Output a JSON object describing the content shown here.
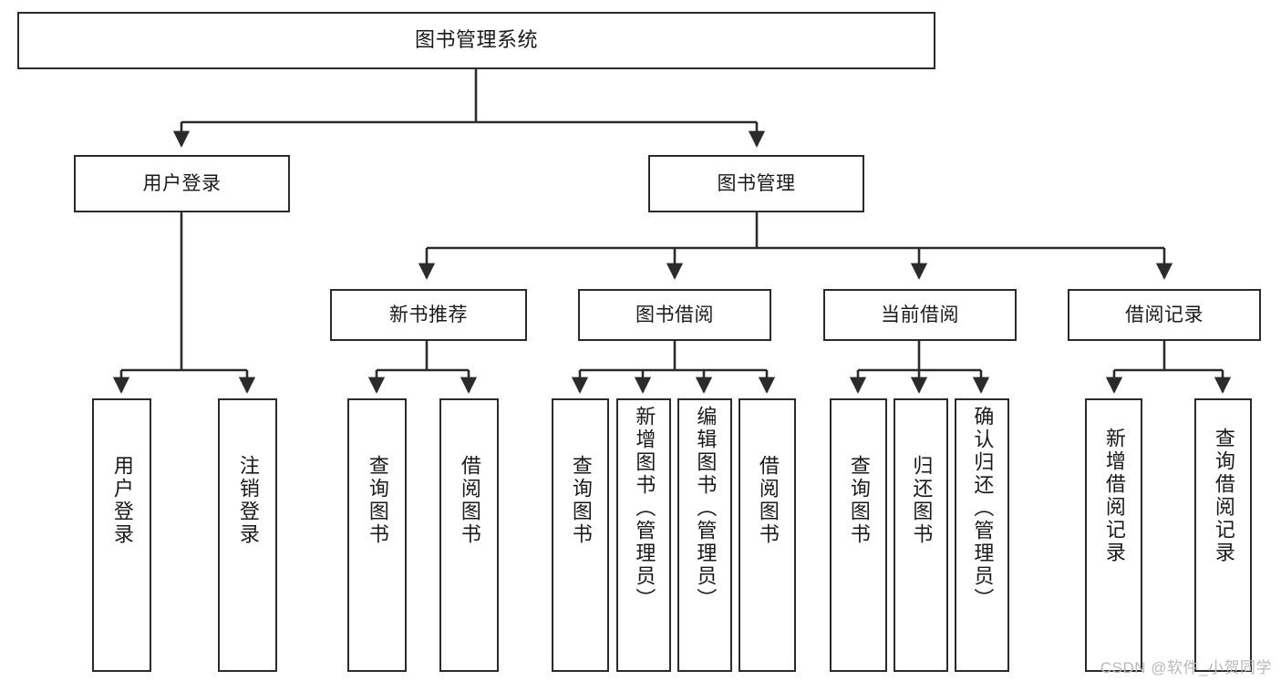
{
  "diagram": {
    "title_node": {
      "id": "root",
      "label": "图书管理系统"
    },
    "level2": [
      {
        "id": "user-login",
        "label": "用户登录"
      },
      {
        "id": "book-management",
        "label": "图书管理"
      }
    ],
    "level3": [
      {
        "id": "new-book-recommend",
        "label": "新书推荐"
      },
      {
        "id": "book-borrow",
        "label": "图书借阅"
      },
      {
        "id": "current-borrow",
        "label": "当前借阅"
      },
      {
        "id": "borrow-record",
        "label": "借阅记录"
      }
    ],
    "leaves": {
      "user_login": [
        {
          "id": "leaf-user-login",
          "label": "用户登录"
        },
        {
          "id": "leaf-logout",
          "label": "注销登录"
        }
      ],
      "new_book_recommend": [
        {
          "id": "leaf-query-book-1",
          "label": "查询图书"
        },
        {
          "id": "leaf-borrow-book-1",
          "label": "借阅图书"
        }
      ],
      "book_borrow": [
        {
          "id": "leaf-query-book-2",
          "label": "查询图书"
        },
        {
          "id": "leaf-add-book",
          "label": "新增图书（管理员）"
        },
        {
          "id": "leaf-edit-book",
          "label": "编辑图书（管理员）"
        },
        {
          "id": "leaf-borrow-book-2",
          "label": "借阅图书"
        }
      ],
      "current_borrow": [
        {
          "id": "leaf-query-book-3",
          "label": "查询图书"
        },
        {
          "id": "leaf-return-book",
          "label": "归还图书"
        },
        {
          "id": "leaf-confirm-return",
          "label": "确认归还（管理员）"
        }
      ],
      "borrow_record": [
        {
          "id": "leaf-add-record",
          "label": "新增借阅记录"
        },
        {
          "id": "leaf-query-record",
          "label": "查询借阅记录"
        }
      ]
    }
  },
  "watermark": {
    "text": "CSDN @软件_小贺同学"
  },
  "colors": {
    "stroke": "#2b2b2b",
    "background": "#ffffff",
    "text": "#1a1a1a",
    "watermark": "#b9b9b9"
  }
}
